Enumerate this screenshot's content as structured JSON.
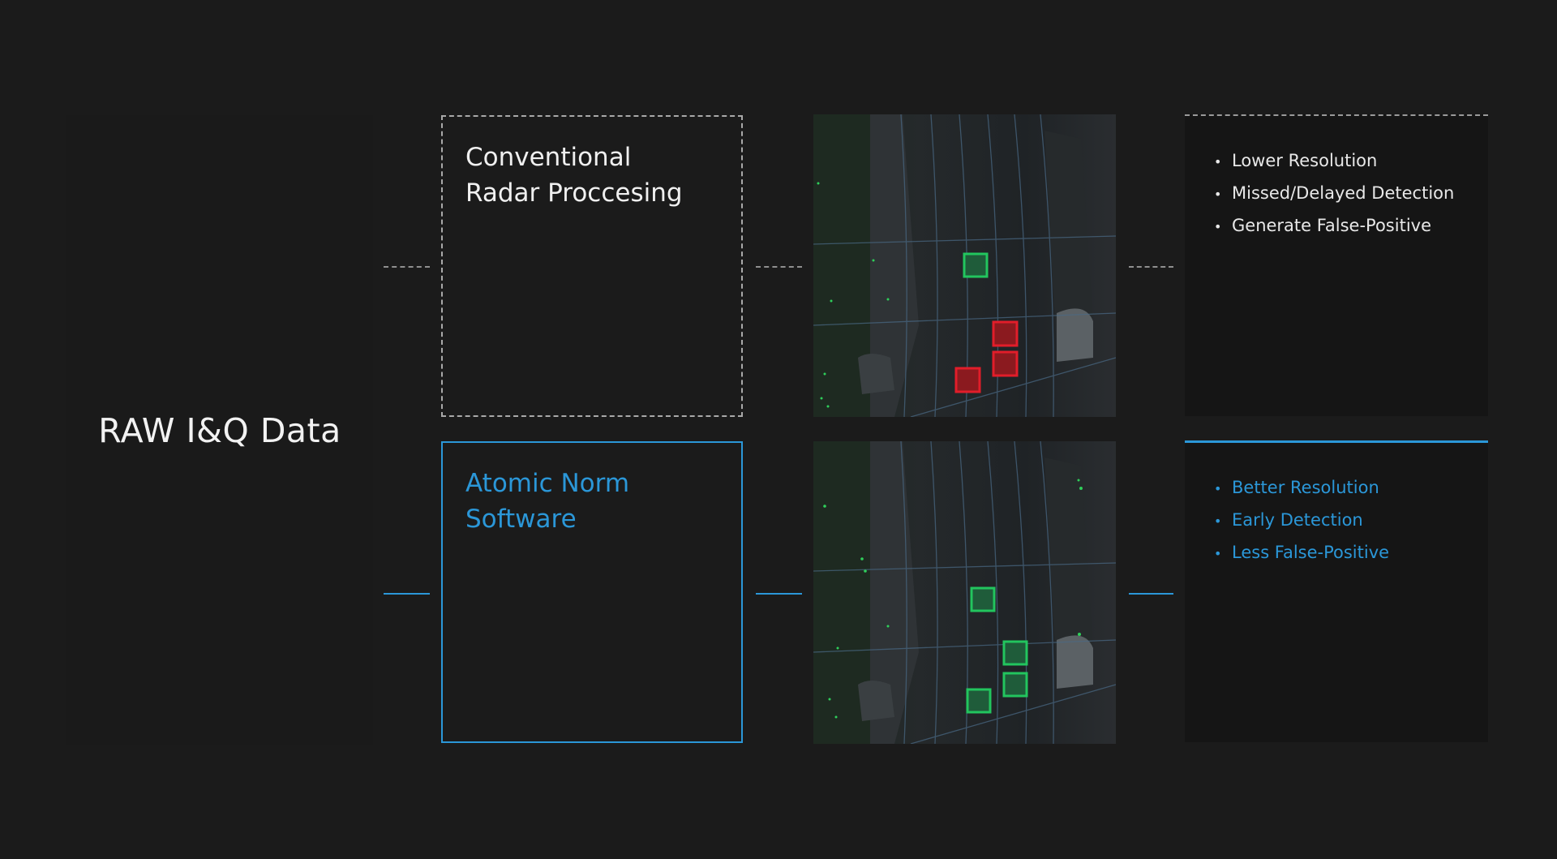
{
  "input": {
    "title": "RAW I&Q Data"
  },
  "processing": {
    "conventional": {
      "line1": "Conventional",
      "line2": "Radar Proccesing"
    },
    "atomic": {
      "line1": "Atomic Norm",
      "line2": "Software"
    }
  },
  "results": {
    "conventional_image": {
      "icon": "radar-detection-map",
      "detections": [
        "correct",
        "false",
        "false",
        "false"
      ]
    },
    "atomic_image": {
      "icon": "radar-detection-map",
      "detections": [
        "correct",
        "correct",
        "correct",
        "correct"
      ]
    }
  },
  "outcomes": {
    "conventional": [
      "Lower Resolution",
      "Missed/Delayed Detection",
      "Generate False-Positive"
    ],
    "atomic": [
      "Better Resolution",
      "Early Detection",
      "Less False-Positive"
    ]
  },
  "colors": {
    "accent_blue": "#2b97d8",
    "dashed_gray": "#a9a9a9",
    "background": "#1b1b1b",
    "detection_correct": "#22c55e",
    "detection_false": "#e11d2a"
  }
}
